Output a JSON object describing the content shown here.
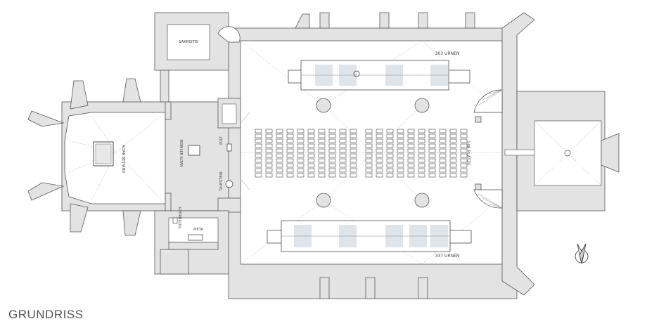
{
  "caption": "GRUNDRISS",
  "labels": {
    "sakristei": "SAKRISTEI",
    "urns_north": "303 URNEN",
    "urns_south": "337 URNEN",
    "seats": "148 PLÄTZE",
    "altar_existing": "ALTAR BESTAND",
    "mobile_altar": "MOBILER ALTAR",
    "pult": "PULT",
    "taufstein": "TAUFSTEIN",
    "totenbuch": "TOTENBUCH",
    "pieta": "PIETA"
  },
  "icons": {
    "north_arrow": "north-arrow-icon"
  }
}
